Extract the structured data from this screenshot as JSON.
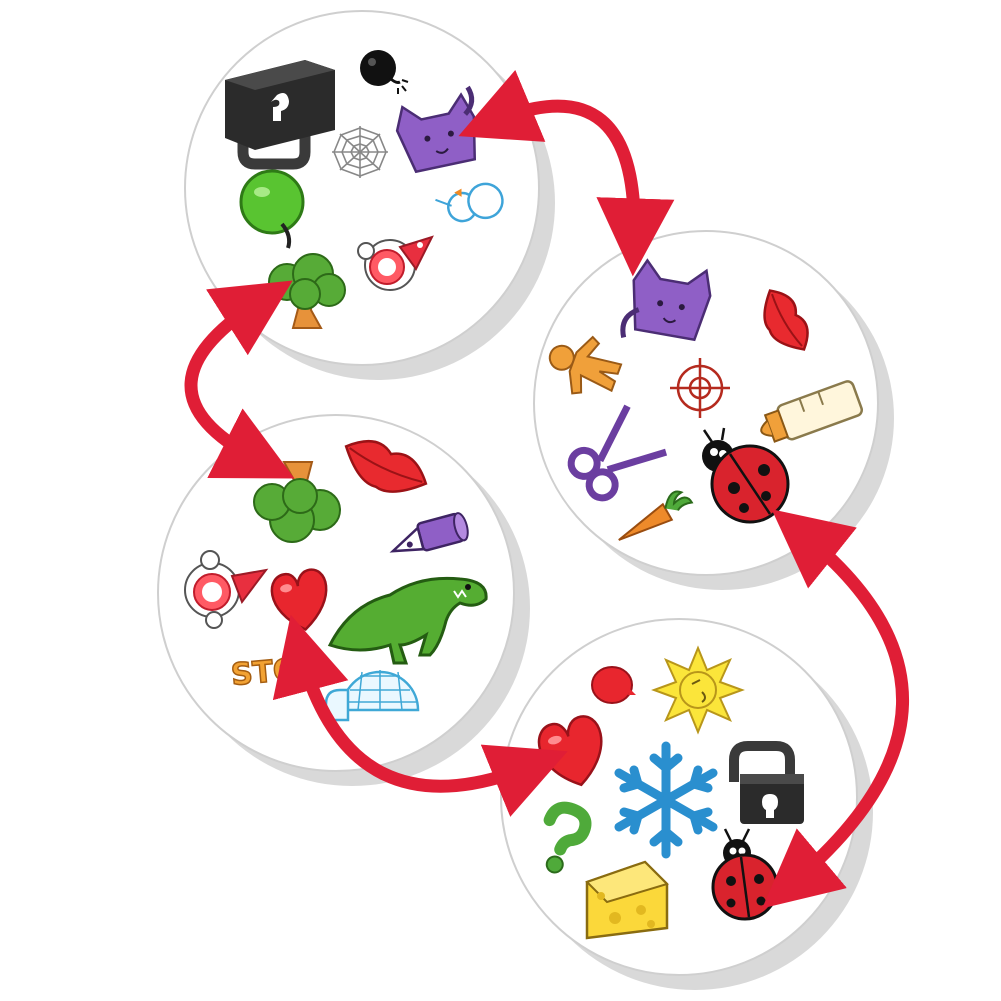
{
  "colors": {
    "arrow": "#e01e36",
    "card_face": "#ffffff",
    "card_edge": "#cfcfcf",
    "card_shadow": "#d9d9d9"
  },
  "cards": [
    {
      "name": "card-top-left",
      "symbols": [
        "padlock-icon",
        "bomb-icon",
        "spider-web-icon",
        "cat-icon",
        "apple-icon",
        "snowman-icon",
        "tree-icon",
        "clown-icon"
      ]
    },
    {
      "name": "card-right",
      "symbols": [
        "cat-icon",
        "lips-icon",
        "gingerbread-man-icon",
        "target-icon",
        "baby-bottle-icon",
        "scissors-icon",
        "ladybug-icon",
        "carrot-icon"
      ]
    },
    {
      "name": "card-left",
      "symbols": [
        "tree-icon",
        "lips-icon",
        "pen-icon",
        "clown-icon",
        "heart-icon",
        "dinosaur-icon",
        "stop-sign-icon",
        "igloo-icon"
      ]
    },
    {
      "name": "card-bottom",
      "symbols": [
        "balloon-icon",
        "sun-icon",
        "heart-icon",
        "snowflake-icon",
        "padlock-icon",
        "question-mark-icon",
        "cheese-icon",
        "ladybug-icon"
      ]
    }
  ],
  "stop_text": "STO",
  "matches": [
    {
      "from": "card-top-left",
      "to": "card-right",
      "symbol": "cat-icon"
    },
    {
      "from": "card-top-left",
      "to": "card-left",
      "symbol": "tree-icon"
    },
    {
      "from": "card-left",
      "to": "card-bottom",
      "symbol": "heart-icon"
    },
    {
      "from": "card-right",
      "to": "card-bottom",
      "symbol": "ladybug-icon"
    }
  ]
}
